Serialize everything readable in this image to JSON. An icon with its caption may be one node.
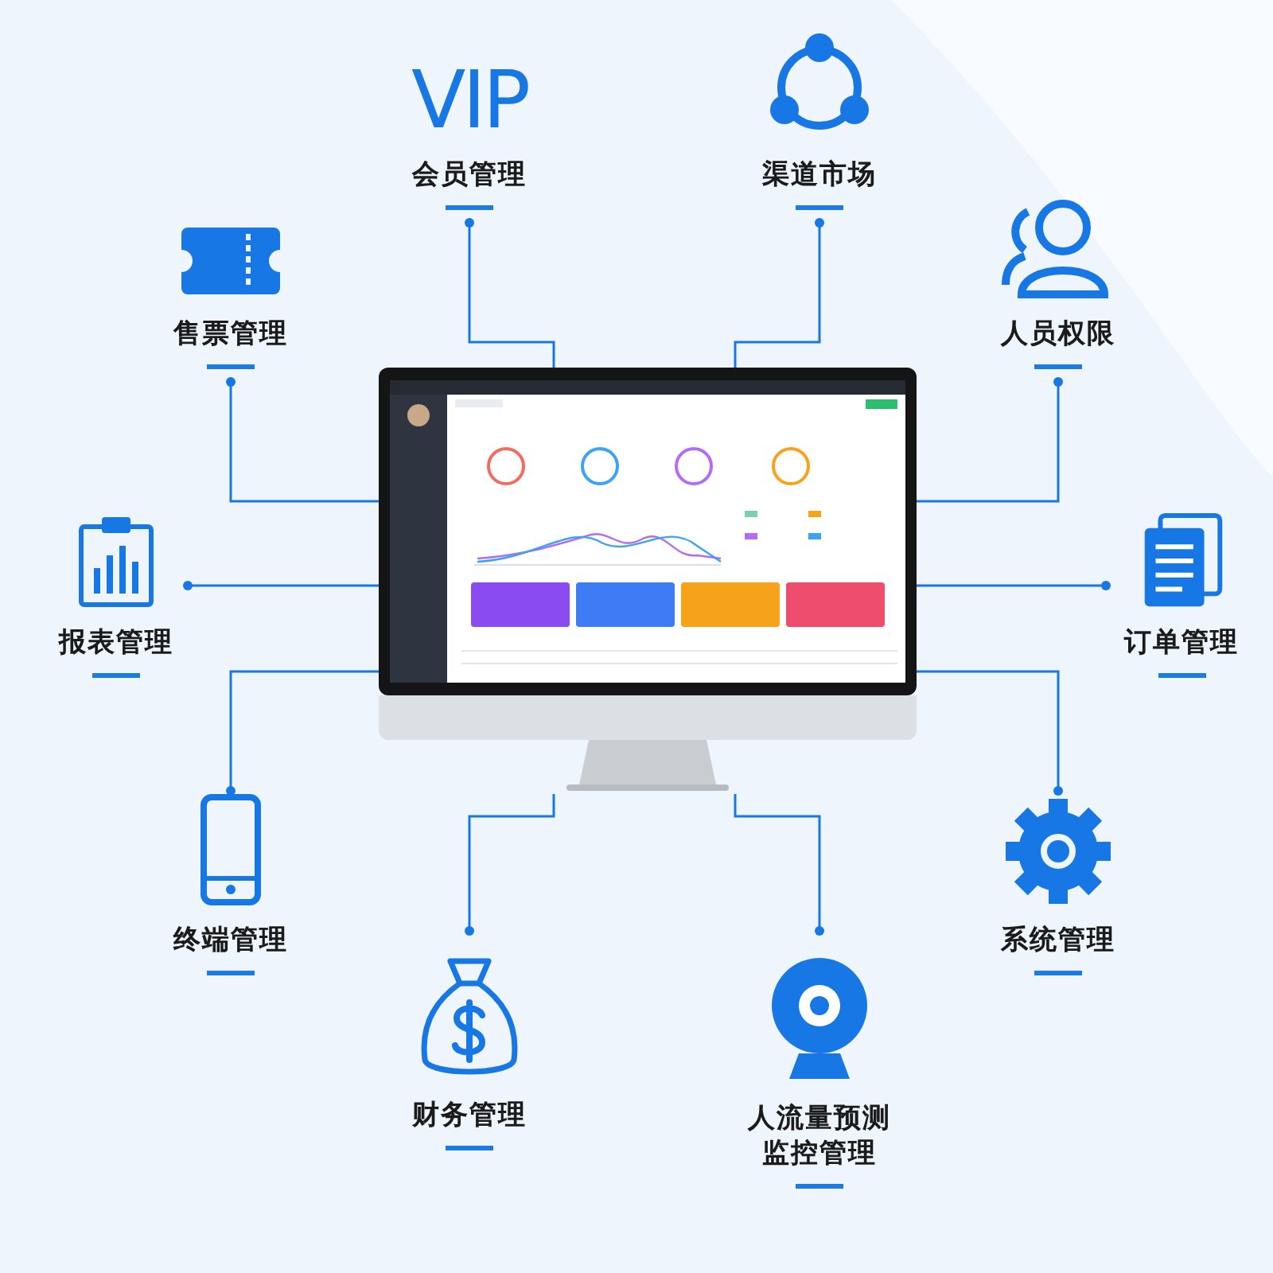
{
  "diagram": {
    "nodes": [
      {
        "text": [],
        "shape": "picture"
      },
      {
        "text": [
          "VIP",
          "会员管理"
        ]
      },
      {
        "text": [
          "渠道市场"
        ]
      },
      {
        "text": [
          "售票管理"
        ]
      },
      {
        "text": [
          "人员权限"
        ]
      },
      {
        "text": [
          "报表管理"
        ]
      },
      {
        "text": [
          "订单管理"
        ]
      },
      {
        "text": [
          "终端管理"
        ]
      },
      {
        "text": [
          "系统管理"
        ]
      },
      {
        "text": [
          "财务管理"
        ]
      },
      {
        "text": [
          "人流量预测监控管理"
        ]
      }
    ],
    "edges": [
      {
        "from": 1,
        "to": 0,
        "arrow": "other"
      },
      {
        "from": 2,
        "to": 0,
        "arrow": "other"
      },
      {
        "from": 3,
        "to": 0,
        "arrow": "other"
      },
      {
        "from": 4,
        "to": 0,
        "arrow": "other"
      },
      {
        "from": 5,
        "to": 0,
        "arrow": "other"
      },
      {
        "from": 6,
        "to": 0,
        "arrow": "other"
      },
      {
        "from": 7,
        "to": 0,
        "arrow": "other"
      },
      {
        "from": 8,
        "to": 0,
        "arrow": "other"
      },
      {
        "from": 9,
        "to": 0,
        "arrow": "other"
      },
      {
        "from": 10,
        "to": 0,
        "arrow": "other"
      }
    ]
  }
}
